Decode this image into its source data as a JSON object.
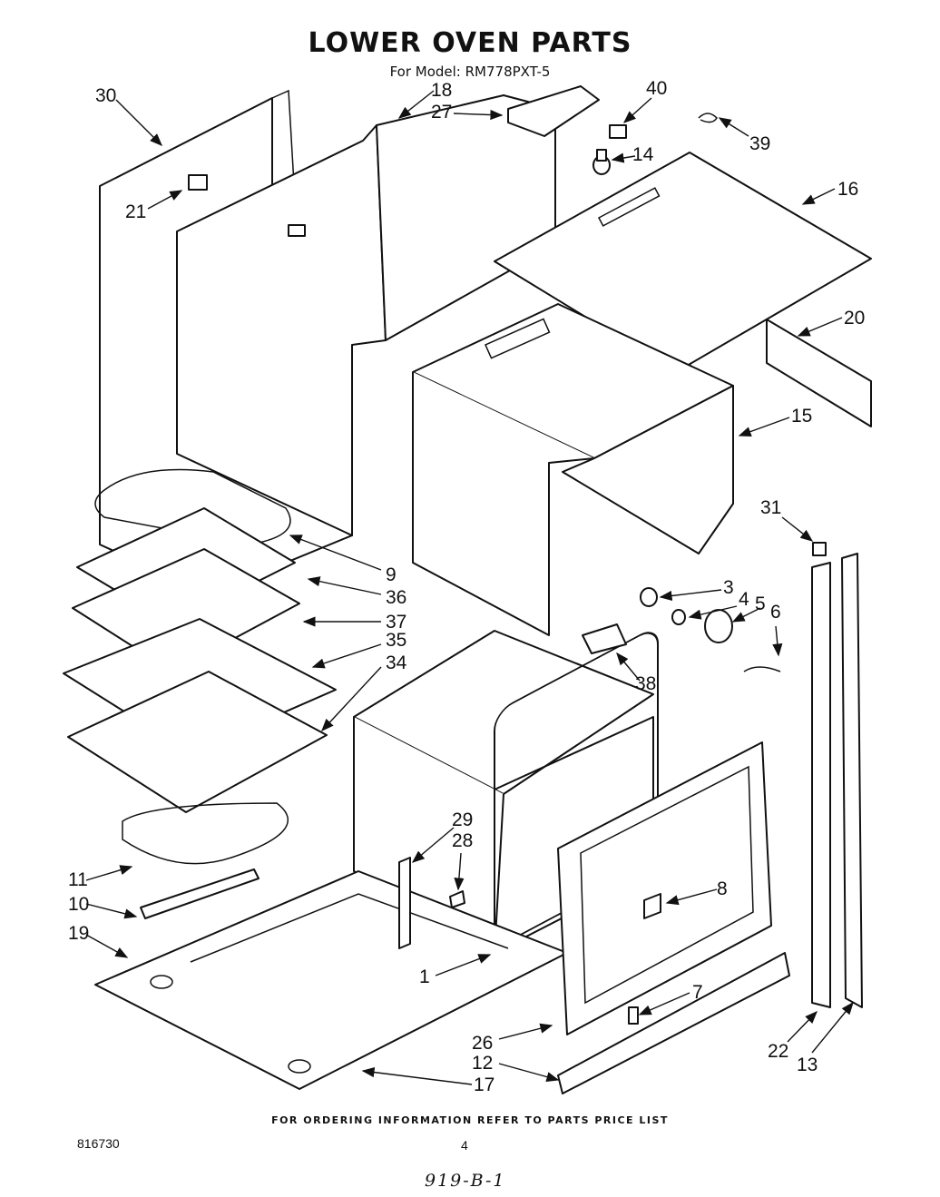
{
  "title": "LOWER OVEN PARTS",
  "subtitle": "For Model: RM778PXT-5",
  "footer_note": "FOR ORDERING INFORMATION REFER TO PARTS PRICE LIST",
  "doc_number": "816730",
  "page_number": "4",
  "handwritten_note": "919-B-1",
  "callouts": [
    {
      "id": "30",
      "label": "30"
    },
    {
      "id": "18",
      "label": "18"
    },
    {
      "id": "27",
      "label": "27"
    },
    {
      "id": "40",
      "label": "40"
    },
    {
      "id": "39",
      "label": "39"
    },
    {
      "id": "14",
      "label": "14"
    },
    {
      "id": "16",
      "label": "16"
    },
    {
      "id": "21",
      "label": "21"
    },
    {
      "id": "20",
      "label": "20"
    },
    {
      "id": "15",
      "label": "15"
    },
    {
      "id": "31",
      "label": "31"
    },
    {
      "id": "9",
      "label": "9"
    },
    {
      "id": "36",
      "label": "36"
    },
    {
      "id": "37",
      "label": "37"
    },
    {
      "id": "35",
      "label": "35"
    },
    {
      "id": "34",
      "label": "34"
    },
    {
      "id": "3",
      "label": "3"
    },
    {
      "id": "4",
      "label": "4"
    },
    {
      "id": "5",
      "label": "5"
    },
    {
      "id": "6",
      "label": "6"
    },
    {
      "id": "38",
      "label": "38"
    },
    {
      "id": "29",
      "label": "29"
    },
    {
      "id": "28",
      "label": "28"
    },
    {
      "id": "8",
      "label": "8"
    },
    {
      "id": "11",
      "label": "11"
    },
    {
      "id": "10",
      "label": "10"
    },
    {
      "id": "19",
      "label": "19"
    },
    {
      "id": "1",
      "label": "1"
    },
    {
      "id": "7",
      "label": "7"
    },
    {
      "id": "26",
      "label": "26"
    },
    {
      "id": "12",
      "label": "12"
    },
    {
      "id": "17",
      "label": "17"
    },
    {
      "id": "22",
      "label": "22"
    },
    {
      "id": "13",
      "label": "13"
    }
  ]
}
